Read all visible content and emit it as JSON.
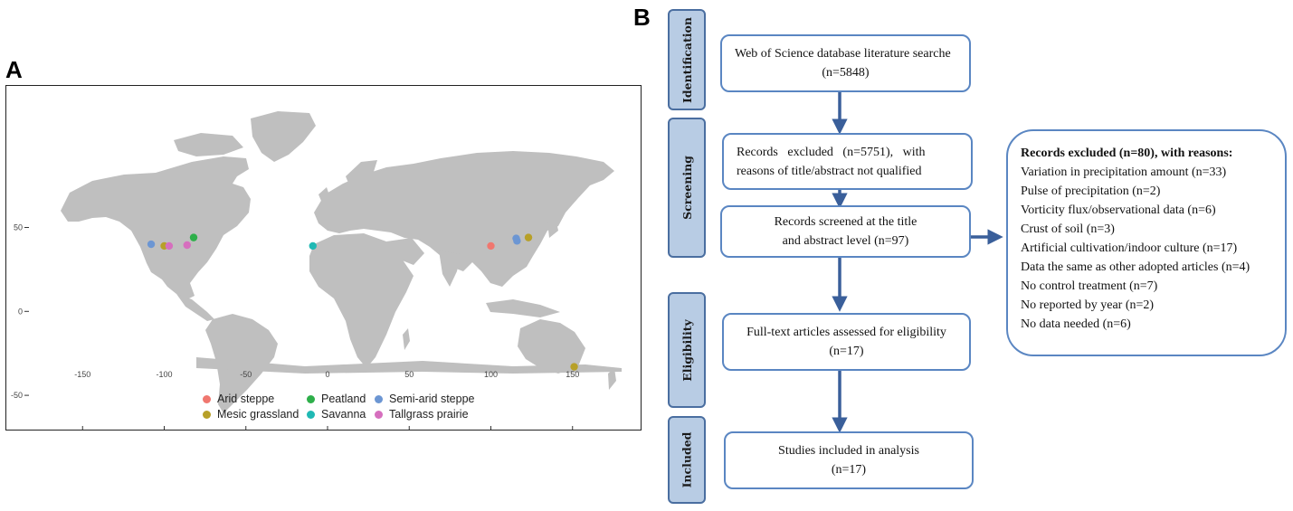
{
  "panel_a": {
    "letter": "A",
    "y_ticks": [
      {
        "value": 50,
        "label": "50"
      },
      {
        "value": 0,
        "label": "0"
      },
      {
        "value": -50,
        "label": "-50"
      }
    ],
    "x_ticks": [
      {
        "value": -150,
        "label": "-150"
      },
      {
        "value": -100,
        "label": "-100"
      },
      {
        "value": -50,
        "label": "-50"
      },
      {
        "value": 0,
        "label": "0"
      },
      {
        "value": 50,
        "label": "50"
      },
      {
        "value": 100,
        "label": "100"
      },
      {
        "value": 150,
        "label": "150"
      }
    ],
    "land_color": "#bfbfbf",
    "legend": [
      {
        "label": "Arid steppe",
        "color": "#f0776f"
      },
      {
        "label": "Peatland",
        "color": "#2eaf4a"
      },
      {
        "label": "Semi-arid steppe",
        "color": "#6c96d3"
      },
      {
        "label": "Mesic grassland",
        "color": "#b7a028"
      },
      {
        "label": "Savanna",
        "color": "#20b9b4"
      },
      {
        "label": "Tallgrass prairie",
        "color": "#d66fbe"
      }
    ],
    "sites": [
      {
        "type": "Semi-arid steppe",
        "lon": -108,
        "lat": 40
      },
      {
        "type": "Mesic grassland",
        "lon": -100,
        "lat": 39
      },
      {
        "type": "Tallgrass prairie",
        "lon": -97,
        "lat": 39
      },
      {
        "type": "Tallgrass prairie",
        "lon": -86,
        "lat": 39.5
      },
      {
        "type": "Peatland",
        "lon": -82,
        "lat": 44
      },
      {
        "type": "Savanna",
        "lon": -9,
        "lat": 39
      },
      {
        "type": "Arid steppe",
        "lon": 100,
        "lat": 39
      },
      {
        "type": "Semi-arid steppe",
        "lon": 116,
        "lat": 42
      },
      {
        "type": "Semi-arid steppe",
        "lon": 115.5,
        "lat": 43.5
      },
      {
        "type": "Mesic grassland",
        "lon": 123,
        "lat": 44
      },
      {
        "type": "Mesic grassland",
        "lon": 151,
        "lat": -33
      }
    ]
  },
  "panel_b": {
    "letter": "B",
    "stages": [
      "Identification",
      "Screening",
      "Eligibility",
      "Included"
    ],
    "identification": {
      "line1": "Web of Science database literature searche",
      "line2": "(n=5848)"
    },
    "excluded_title": {
      "line1": "Records   excluded   (n=5751),   with",
      "line2": "reasons of title/abstract not qualified"
    },
    "screened": {
      "line1": "Records screened at the title",
      "line2": "and abstract level (n=97)"
    },
    "eligibility": {
      "line1": "Full-text articles assessed for eligibility",
      "line2": "(n=17)"
    },
    "included": {
      "line1": "Studies included in analysis",
      "line2": "(n=17)"
    },
    "exclusions": {
      "title": "Records excluded (n=80), with reasons:",
      "items": [
        "Variation in precipitation amount (n=33)",
        "Pulse of precipitation (n=2)",
        "Vorticity flux/observational data (n=6)",
        "Crust of soil (n=3)",
        "Artificial cultivation/indoor culture (n=17)",
        "Data the same as other adopted articles (n=4)",
        "No control treatment (n=7)",
        "No reported by year (n=2)",
        "No data needed (n=6)"
      ]
    },
    "arrow_color": "#3a5f9a"
  }
}
